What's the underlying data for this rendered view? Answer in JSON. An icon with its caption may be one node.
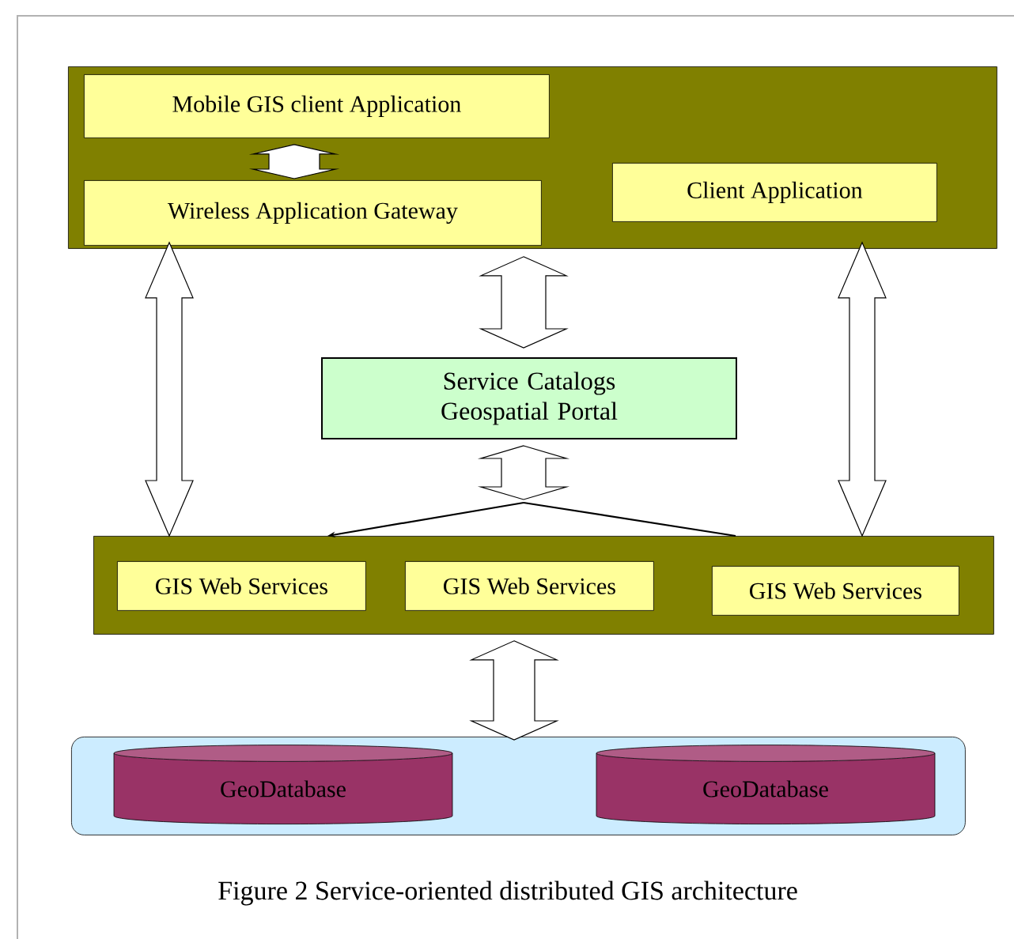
{
  "diagram": {
    "caption": "Figure 2 Service-oriented distributed GIS architecture",
    "nodes": [
      {
        "text": [],
        "shape": "box"
      },
      {
        "text": [
          "Mobile GIS client Application"
        ],
        "in": 0
      },
      {
        "text": [
          "Wireless Application Gateway"
        ],
        "in": 0
      },
      {
        "text": [
          "Client Application"
        ],
        "in": 0
      },
      {
        "text": [
          "Service Catalogs Geospatial Portal"
        ]
      },
      {
        "text": [],
        "shape": "box"
      },
      {
        "text": [
          "GIS Web Services"
        ],
        "in": 5
      },
      {
        "text": [
          "GIS Web Services"
        ],
        "in": 5
      },
      {
        "text": [
          "GIS Web Services"
        ],
        "in": 5
      },
      {
        "text": [],
        "shape": "box"
      },
      {
        "text": [
          "GeoDatabase"
        ],
        "in": 9
      },
      {
        "text": [
          "GeoDatabase"
        ],
        "in": 9
      }
    ],
    "edges": [
      {
        "from": 1,
        "to": 2,
        "arrow": "both",
        "style": "thick"
      },
      {
        "from": 2,
        "to": 5,
        "arrow": "both",
        "style": "thick"
      },
      {
        "from": 0,
        "to": 4,
        "arrow": "both",
        "style": "thick"
      },
      {
        "from": 3,
        "to": 5,
        "arrow": "both",
        "style": "thick"
      },
      {
        "from": 4,
        "to": 5,
        "arrow": "both",
        "style": "thick"
      },
      {
        "from": null,
        "to": 5,
        "arrow": "to"
      },
      {
        "from": null,
        "to": 5,
        "arrow": "none"
      },
      {
        "from": 5,
        "to": 9,
        "arrow": "both",
        "style": "thick"
      }
    ]
  }
}
